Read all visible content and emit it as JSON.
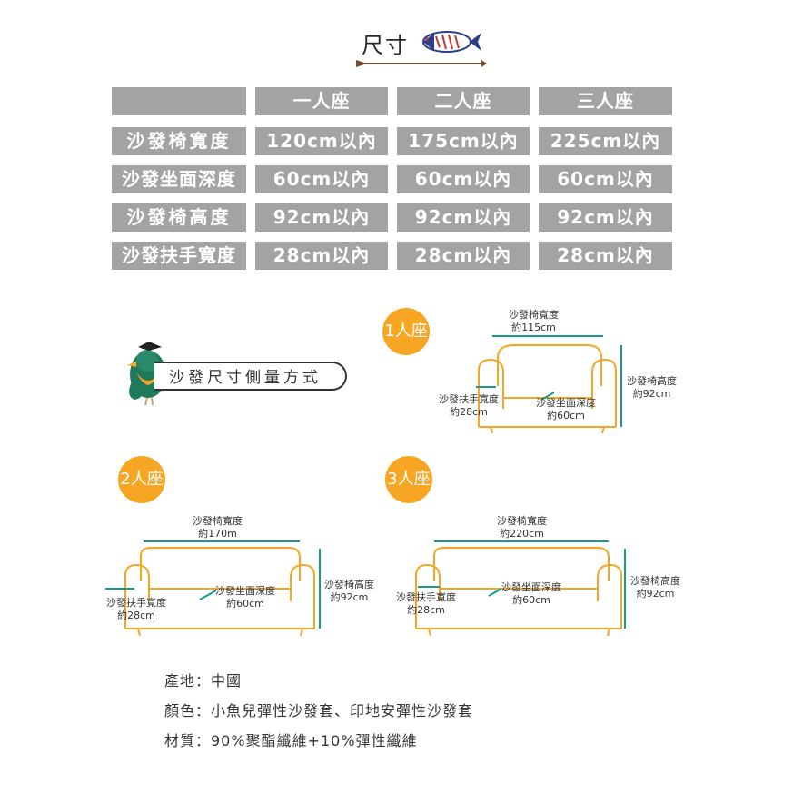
{
  "header": {
    "title": "尺寸"
  },
  "table": {
    "columns": [
      "",
      "一人座",
      "二人座",
      "三人座"
    ],
    "rows": [
      {
        "label": "沙發椅寬度",
        "values": [
          "120cm以內",
          "175cm以內",
          "225cm以內"
        ]
      },
      {
        "label": "沙發坐面深度",
        "values": [
          "60cm以內",
          "60cm以內",
          "60cm以內"
        ]
      },
      {
        "label": "沙發椅高度",
        "values": [
          "92cm以內",
          "92cm以內",
          "92cm以內"
        ]
      },
      {
        "label": "沙發扶手寬度",
        "values": [
          "28cm以內",
          "28cm以內",
          "28cm以內"
        ]
      }
    ]
  },
  "measure_label": "沙發尺寸側量方式",
  "diagrams": {
    "one": {
      "badge": "1人座",
      "width_label": "沙發椅寬度",
      "width_value": "約115cm",
      "height_label": "沙發椅高度",
      "height_value": "約92cm",
      "arm_label": "沙發扶手寬度",
      "arm_value": "約28cm",
      "depth_label": "沙發坐面深度",
      "depth_value": "約60cm"
    },
    "two": {
      "badge": "2人座",
      "width_label": "沙發椅寬度",
      "width_value": "約170m",
      "height_label": "沙發椅高度",
      "height_value": "約92cm",
      "arm_label": "沙發扶手寬度",
      "arm_value": "約28cm",
      "depth_label": "沙發坐面深度",
      "depth_value": "約60cm"
    },
    "three": {
      "badge": "3人座",
      "width_label": "沙發椅寬度",
      "width_value": "約220cm",
      "height_label": "沙發椅高度",
      "height_value": "約92cm",
      "arm_label": "沙發扶手寬度",
      "arm_value": "約28cm",
      "depth_label": "沙發坐面深度",
      "depth_value": "約60cm"
    }
  },
  "info": {
    "origin": "產地：中國",
    "color": "顏色：小魚兒彈性沙發套、印地安彈性沙發套",
    "material": "材質：90%聚酯纖維+10%彈性纖維"
  },
  "colors": {
    "cell": "#a3a3a3",
    "accent": "#f6a623",
    "dimension": "#1a9a8a",
    "bird": "#1f7a5c"
  },
  "icons": {
    "fish": "fish-icon",
    "arrow": "arrow-icon",
    "bird": "bird-mascot-icon"
  }
}
